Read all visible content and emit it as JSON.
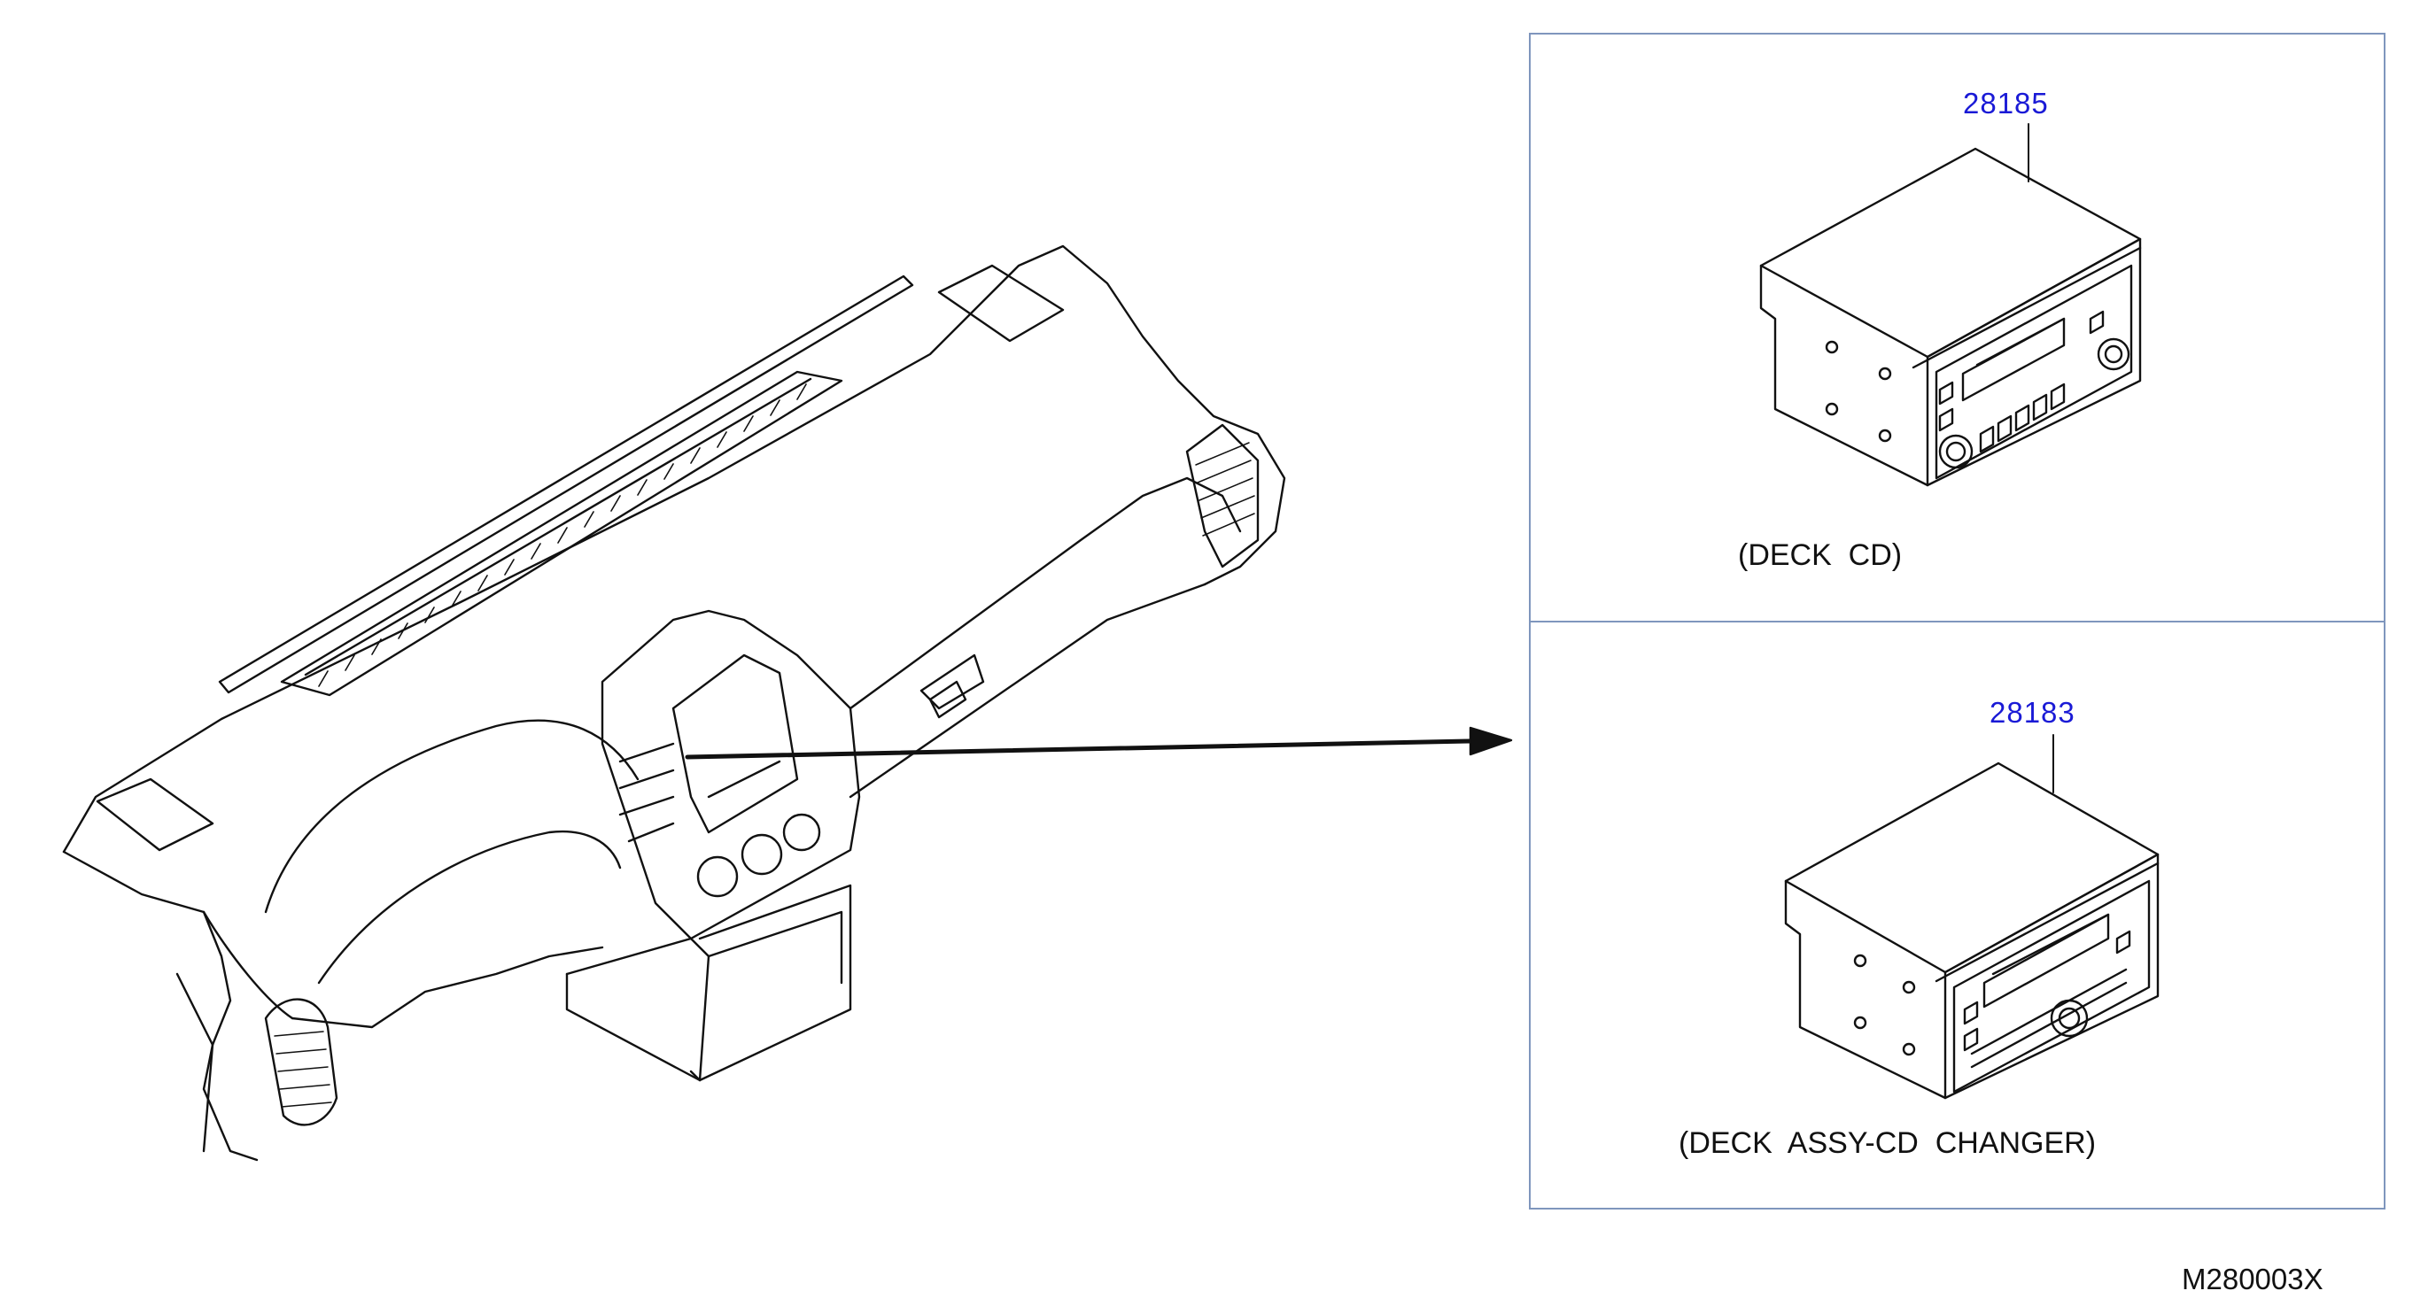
{
  "panels": [
    {
      "part_number": "28185",
      "caption": "(DECK  CD)",
      "item": "cd-deck"
    },
    {
      "part_number": "28183",
      "caption": "(DECK  ASSY-CD  CHANGER)",
      "item": "cd-changer-deck"
    }
  ],
  "drawing_number": "M280003X",
  "colors": {
    "part_number": "#1a1ad6",
    "panel_border": "#7f96bd",
    "line": "#111111"
  }
}
